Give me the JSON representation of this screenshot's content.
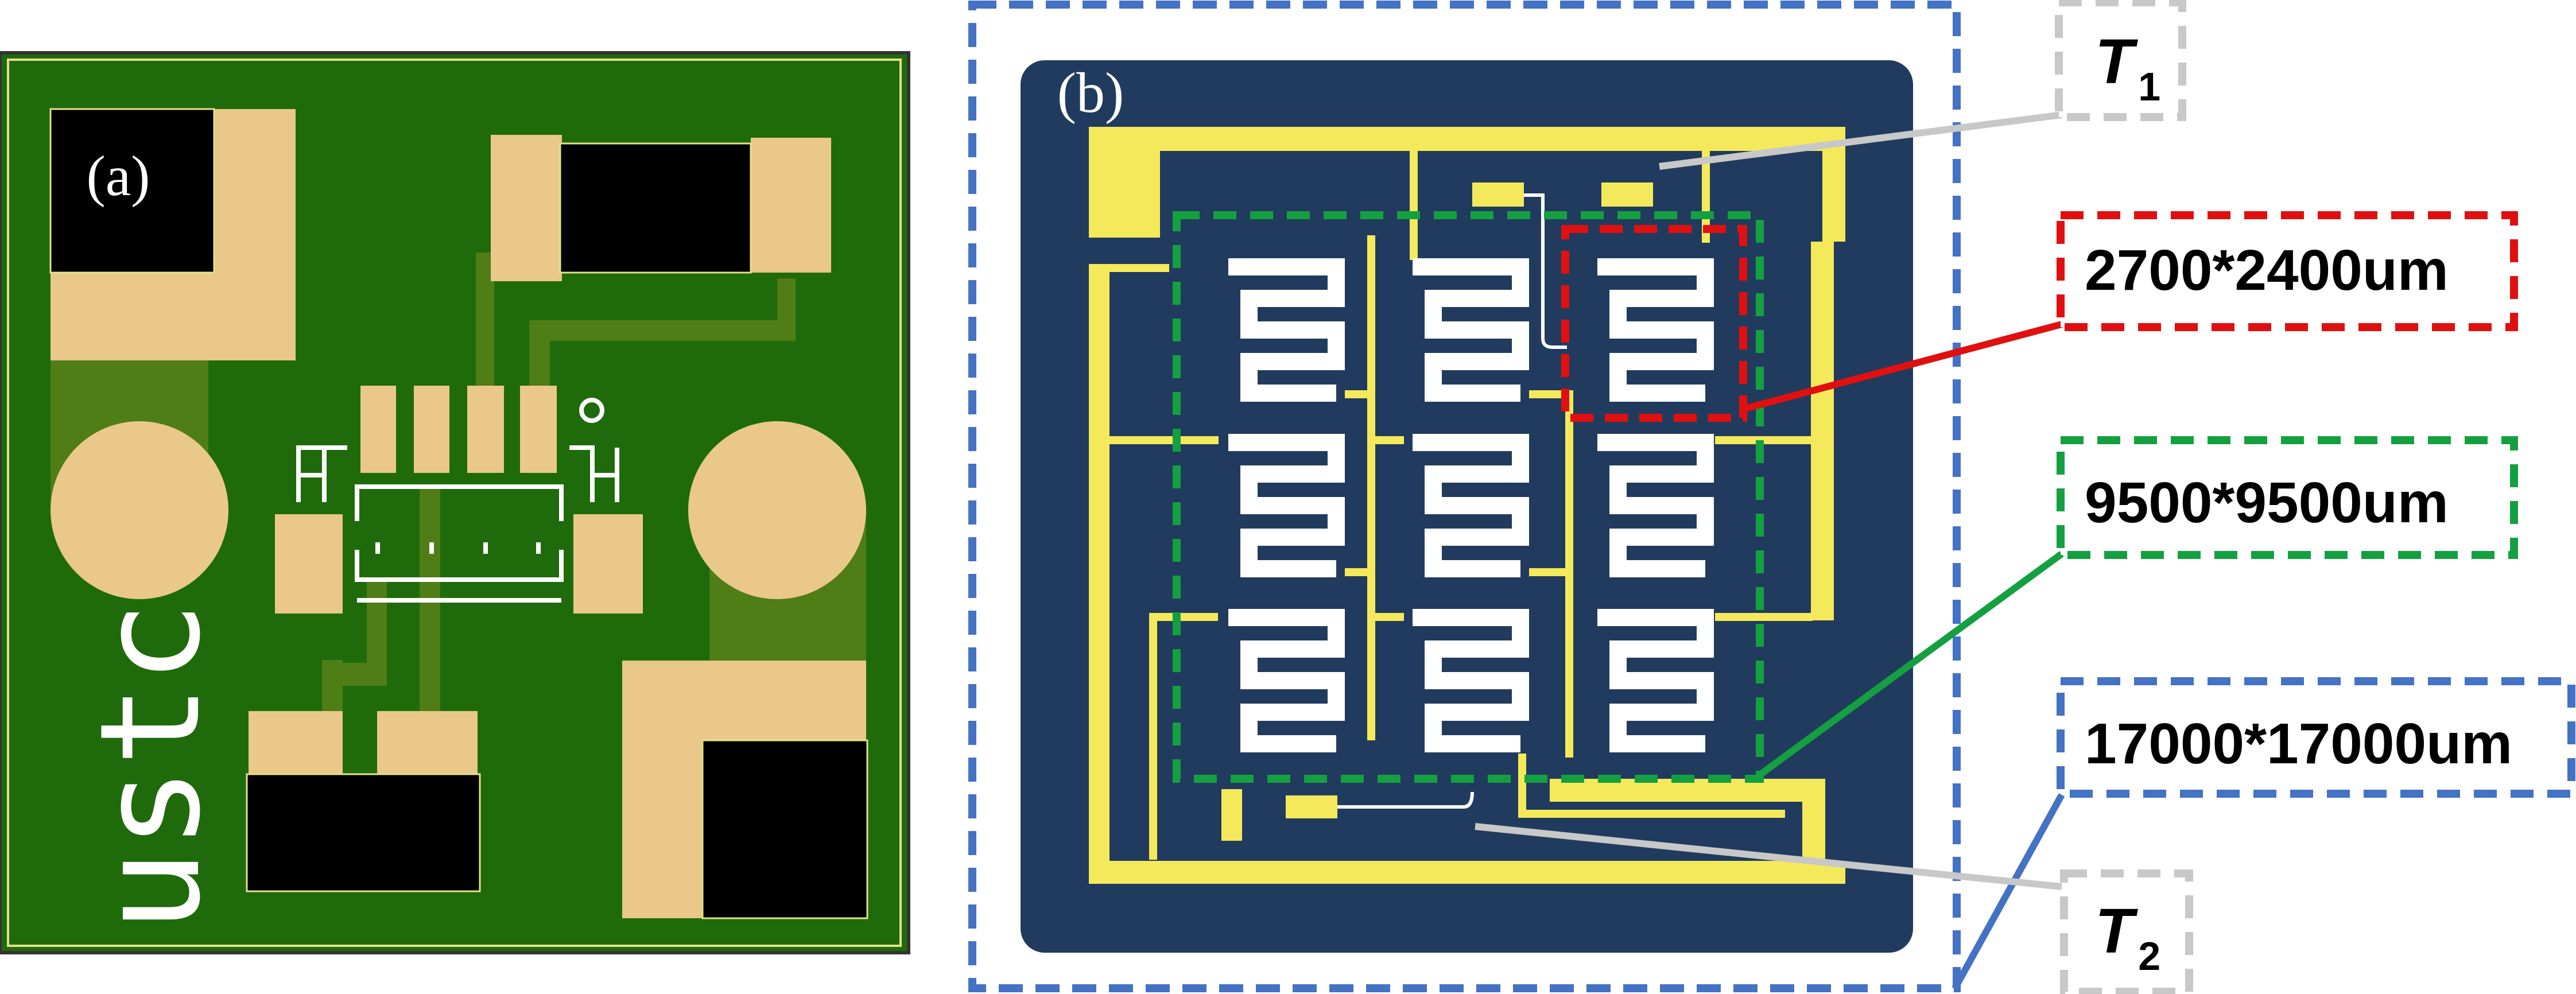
{
  "panel_a": {
    "label": "(a)",
    "silkscreen_text": "ustc",
    "colors": {
      "board": "#1f6b0c",
      "pad": "#e9c88a",
      "component": "#000000",
      "trace": "#4f7d16",
      "silk": "#ffffff"
    }
  },
  "panel_b": {
    "label": "(b)",
    "colors": {
      "board": "#203b5e",
      "trace": "#f4e95a",
      "heater": "#ffffff"
    }
  },
  "annotations": {
    "t1": {
      "main": "T",
      "sub": "1",
      "color": "#c8c8c8"
    },
    "t2": {
      "main": "T",
      "sub": "2",
      "color": "#c8c8c8"
    },
    "single_heater": {
      "text": "2700*2400um",
      "color": "#e01010"
    },
    "heater_array": {
      "text": "9500*9500um",
      "color": "#14a040"
    },
    "chip": {
      "text": "17000*17000um",
      "color": "#4472c4"
    }
  }
}
